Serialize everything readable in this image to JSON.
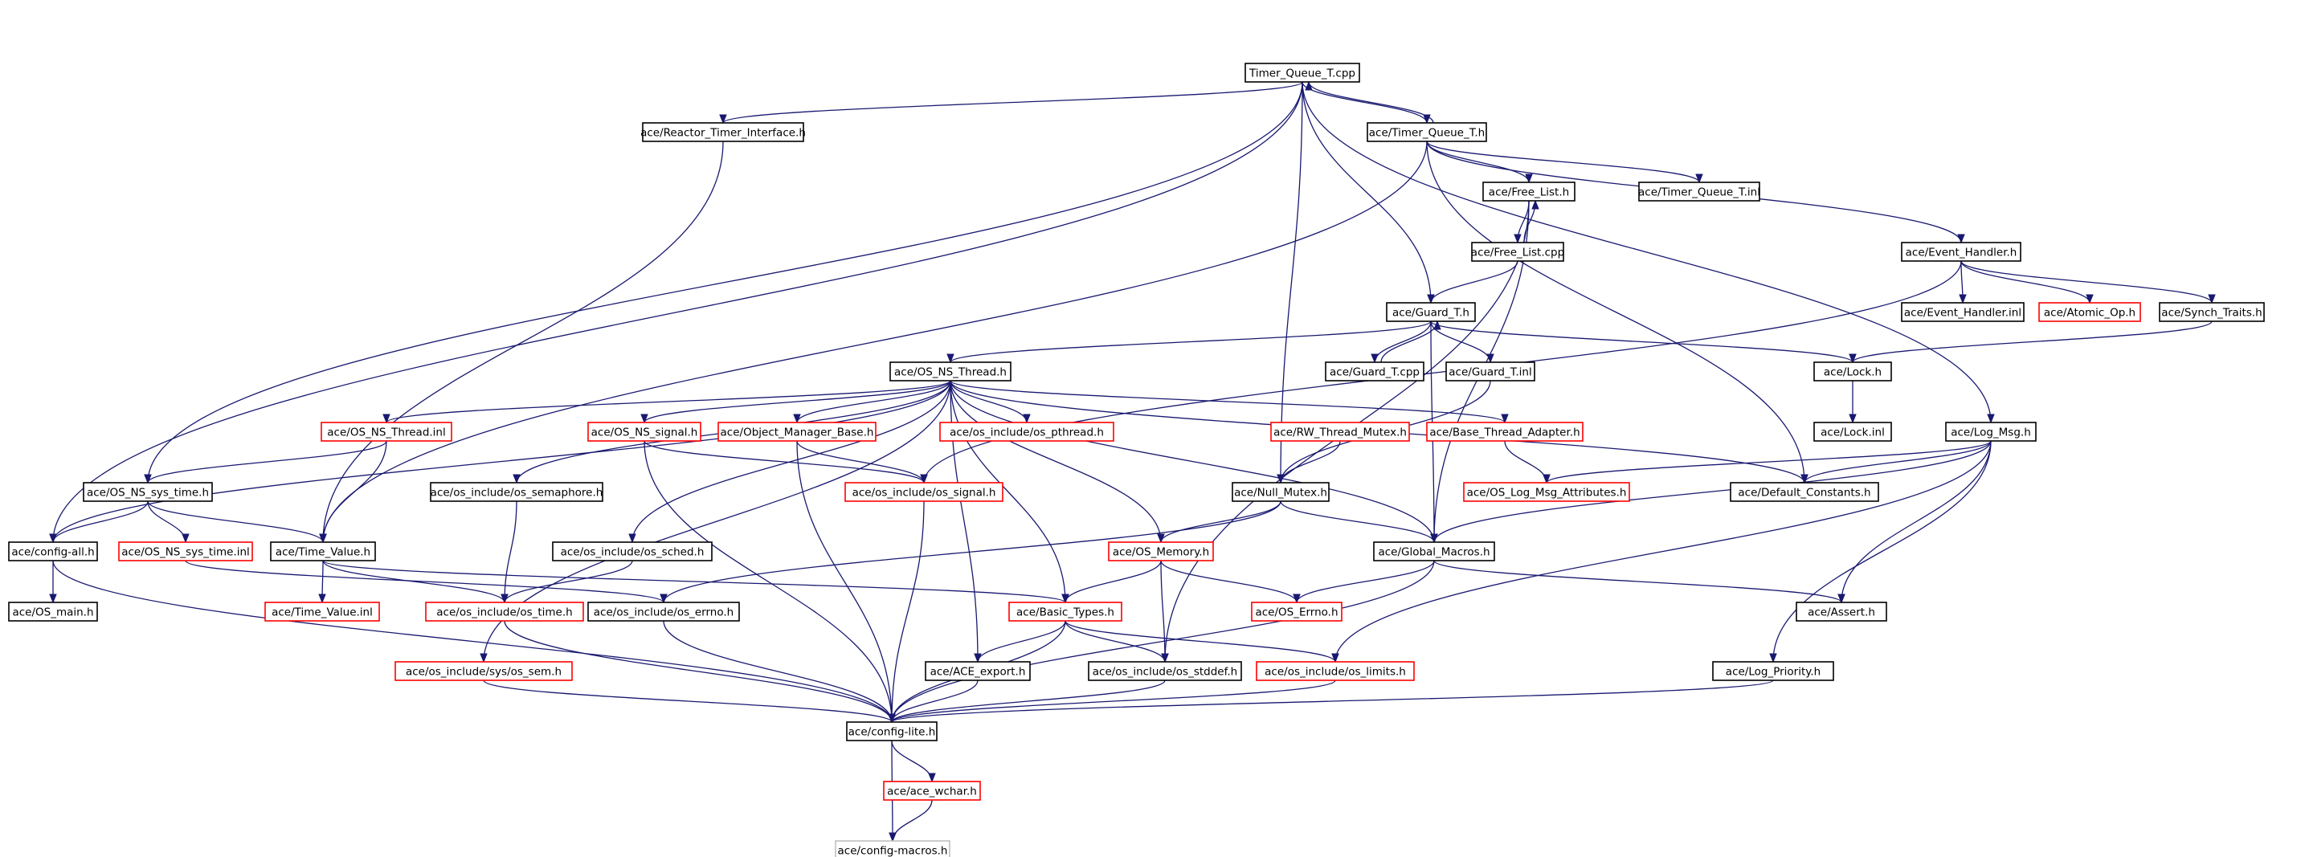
{
  "graph": {
    "colors": {
      "edge": "#191970",
      "border_default": "#000000",
      "border_truncated": "#ff0000",
      "border_hidden": "#bfbfbf",
      "root_fill": "#bfbfbf",
      "text": "#000000"
    },
    "nodes": [
      {
        "id": "n0",
        "label": "Timer_Queue_T.cpp",
        "style": "root"
      },
      {
        "id": "n1",
        "label": "ace/Reactor_Timer_Interface.h",
        "style": "default"
      },
      {
        "id": "n2",
        "label": "ace/Timer_Queue_T.h",
        "style": "default"
      },
      {
        "id": "n3",
        "label": "ace/Free_List.h",
        "style": "default"
      },
      {
        "id": "n4",
        "label": "ace/Timer_Queue_T.inl",
        "style": "default"
      },
      {
        "id": "n5",
        "label": "ace/Free_List.cpp",
        "style": "default"
      },
      {
        "id": "n6",
        "label": "ace/Event_Handler.h",
        "style": "default"
      },
      {
        "id": "n7",
        "label": "ace/Guard_T.h",
        "style": "default"
      },
      {
        "id": "n8",
        "label": "ace/Event_Handler.inl",
        "style": "default"
      },
      {
        "id": "n9",
        "label": "ace/Atomic_Op.h",
        "style": "truncated"
      },
      {
        "id": "n10",
        "label": "ace/Synch_Traits.h",
        "style": "default"
      },
      {
        "id": "n11",
        "label": "ace/OS_NS_Thread.h",
        "style": "default"
      },
      {
        "id": "n12",
        "label": "ace/Guard_T.cpp",
        "style": "default"
      },
      {
        "id": "n13",
        "label": "ace/Guard_T.inl",
        "style": "default"
      },
      {
        "id": "n14",
        "label": "ace/Lock.h",
        "style": "default"
      },
      {
        "id": "n15",
        "label": "ace/OS_NS_Thread.inl",
        "style": "truncated"
      },
      {
        "id": "n16",
        "label": "ace/OS_NS_signal.h",
        "style": "truncated"
      },
      {
        "id": "n17",
        "label": "ace/Object_Manager_Base.h",
        "style": "truncated"
      },
      {
        "id": "n18",
        "label": "ace/os_include/os_pthread.h",
        "style": "truncated"
      },
      {
        "id": "n19",
        "label": "ace/RW_Thread_Mutex.h",
        "style": "truncated"
      },
      {
        "id": "n20",
        "label": "ace/Base_Thread_Adapter.h",
        "style": "truncated"
      },
      {
        "id": "n21",
        "label": "ace/Lock.inl",
        "style": "default"
      },
      {
        "id": "n22",
        "label": "ace/Log_Msg.h",
        "style": "default"
      },
      {
        "id": "n23",
        "label": "ace/OS_NS_sys_time.h",
        "style": "default"
      },
      {
        "id": "n24",
        "label": "ace/os_include/os_semaphore.h",
        "style": "default"
      },
      {
        "id": "n25",
        "label": "ace/os_include/os_signal.h",
        "style": "truncated"
      },
      {
        "id": "n26",
        "label": "ace/Null_Mutex.h",
        "style": "default"
      },
      {
        "id": "n27",
        "label": "ace/OS_Log_Msg_Attributes.h",
        "style": "truncated"
      },
      {
        "id": "n28",
        "label": "ace/Default_Constants.h",
        "style": "default"
      },
      {
        "id": "n29",
        "label": "ace/config-all.h",
        "style": "default"
      },
      {
        "id": "n30",
        "label": "ace/OS_NS_sys_time.inl",
        "style": "truncated"
      },
      {
        "id": "n31",
        "label": "ace/Time_Value.h",
        "style": "default"
      },
      {
        "id": "n32",
        "label": "ace/os_include/os_sched.h",
        "style": "default"
      },
      {
        "id": "n33",
        "label": "ace/OS_Memory.h",
        "style": "truncated"
      },
      {
        "id": "n34",
        "label": "ace/Global_Macros.h",
        "style": "default"
      },
      {
        "id": "n35",
        "label": "ace/OS_main.h",
        "style": "default"
      },
      {
        "id": "n36",
        "label": "ace/Time_Value.inl",
        "style": "truncated"
      },
      {
        "id": "n37",
        "label": "ace/os_include/os_time.h",
        "style": "truncated"
      },
      {
        "id": "n38",
        "label": "ace/os_include/os_errno.h",
        "style": "default"
      },
      {
        "id": "n39",
        "label": "ace/Basic_Types.h",
        "style": "truncated"
      },
      {
        "id": "n40",
        "label": "ace/OS_Errno.h",
        "style": "truncated"
      },
      {
        "id": "n41",
        "label": "ace/Assert.h",
        "style": "default"
      },
      {
        "id": "n42",
        "label": "ace/os_include/sys/os_sem.h",
        "style": "truncated"
      },
      {
        "id": "n43",
        "label": "ace/ACE_export.h",
        "style": "default"
      },
      {
        "id": "n44",
        "label": "ace/os_include/os_stddef.h",
        "style": "default"
      },
      {
        "id": "n45",
        "label": "ace/os_include/os_limits.h",
        "style": "truncated"
      },
      {
        "id": "n46",
        "label": "ace/Log_Priority.h",
        "style": "default"
      },
      {
        "id": "n47",
        "label": "ace/config-lite.h",
        "style": "default"
      },
      {
        "id": "n48",
        "label": "ace/ace_wchar.h",
        "style": "truncated"
      },
      {
        "id": "n49",
        "label": "ace/config-macros.h",
        "style": "hidden"
      }
    ],
    "edges": [
      [
        "n0",
        "n1"
      ],
      [
        "n0",
        "n2"
      ],
      [
        "n0",
        "n7"
      ],
      [
        "n0",
        "n29"
      ],
      [
        "n0",
        "n23"
      ],
      [
        "n0",
        "n26"
      ],
      [
        "n0",
        "n22"
      ],
      [
        "n2",
        "n0"
      ],
      [
        "n2",
        "n3"
      ],
      [
        "n2",
        "n4"
      ],
      [
        "n2",
        "n6"
      ],
      [
        "n2",
        "n31"
      ],
      [
        "n2",
        "n28"
      ],
      [
        "n1",
        "n31"
      ],
      [
        "n3",
        "n5"
      ],
      [
        "n5",
        "n3"
      ],
      [
        "n5",
        "n7"
      ],
      [
        "n3",
        "n34"
      ],
      [
        "n3",
        "n44"
      ],
      [
        "n6",
        "n8"
      ],
      [
        "n6",
        "n9"
      ],
      [
        "n6",
        "n10"
      ],
      [
        "n6",
        "n25"
      ],
      [
        "n10",
        "n14"
      ],
      [
        "n7",
        "n12"
      ],
      [
        "n12",
        "n7"
      ],
      [
        "n7",
        "n13"
      ],
      [
        "n7",
        "n14"
      ],
      [
        "n7",
        "n11"
      ],
      [
        "n7",
        "n34"
      ],
      [
        "n13",
        "n26"
      ],
      [
        "n14",
        "n21"
      ],
      [
        "n11",
        "n15"
      ],
      [
        "n11",
        "n16"
      ],
      [
        "n11",
        "n17"
      ],
      [
        "n11",
        "n18"
      ],
      [
        "n11",
        "n20"
      ],
      [
        "n11",
        "n24"
      ],
      [
        "n11",
        "n32"
      ],
      [
        "n11",
        "n42"
      ],
      [
        "n11",
        "n29"
      ],
      [
        "n11",
        "n39"
      ],
      [
        "n11",
        "n43"
      ],
      [
        "n11",
        "n33"
      ],
      [
        "n11",
        "n34"
      ],
      [
        "n11",
        "n28"
      ],
      [
        "n15",
        "n23"
      ],
      [
        "n15",
        "n31"
      ],
      [
        "n16",
        "n25"
      ],
      [
        "n16",
        "n47"
      ],
      [
        "n17",
        "n25"
      ],
      [
        "n17",
        "n47"
      ],
      [
        "n19",
        "n26"
      ],
      [
        "n20",
        "n27"
      ],
      [
        "n25",
        "n47"
      ],
      [
        "n26",
        "n33"
      ],
      [
        "n26",
        "n34"
      ],
      [
        "n26",
        "n38"
      ],
      [
        "n22",
        "n27"
      ],
      [
        "n22",
        "n28"
      ],
      [
        "n22",
        "n34"
      ],
      [
        "n22",
        "n41"
      ],
      [
        "n22",
        "n46"
      ],
      [
        "n22",
        "n45"
      ],
      [
        "n23",
        "n29"
      ],
      [
        "n23",
        "n30"
      ],
      [
        "n23",
        "n31"
      ],
      [
        "n29",
        "n35"
      ],
      [
        "n29",
        "n47"
      ],
      [
        "n30",
        "n38"
      ],
      [
        "n31",
        "n36"
      ],
      [
        "n31",
        "n37"
      ],
      [
        "n31",
        "n39"
      ],
      [
        "n24",
        "n37"
      ],
      [
        "n32",
        "n37"
      ],
      [
        "n33",
        "n39"
      ],
      [
        "n33",
        "n40"
      ],
      [
        "n33",
        "n44"
      ],
      [
        "n34",
        "n40"
      ],
      [
        "n34",
        "n41"
      ],
      [
        "n34",
        "n47"
      ],
      [
        "n37",
        "n47"
      ],
      [
        "n38",
        "n47"
      ],
      [
        "n39",
        "n43"
      ],
      [
        "n39",
        "n44"
      ],
      [
        "n39",
        "n45"
      ],
      [
        "n39",
        "n47"
      ],
      [
        "n42",
        "n47"
      ],
      [
        "n43",
        "n47"
      ],
      [
        "n44",
        "n47"
      ],
      [
        "n45",
        "n47"
      ],
      [
        "n46",
        "n47"
      ],
      [
        "n47",
        "n48"
      ],
      [
        "n47",
        "n49"
      ],
      [
        "n48",
        "n49"
      ]
    ]
  }
}
